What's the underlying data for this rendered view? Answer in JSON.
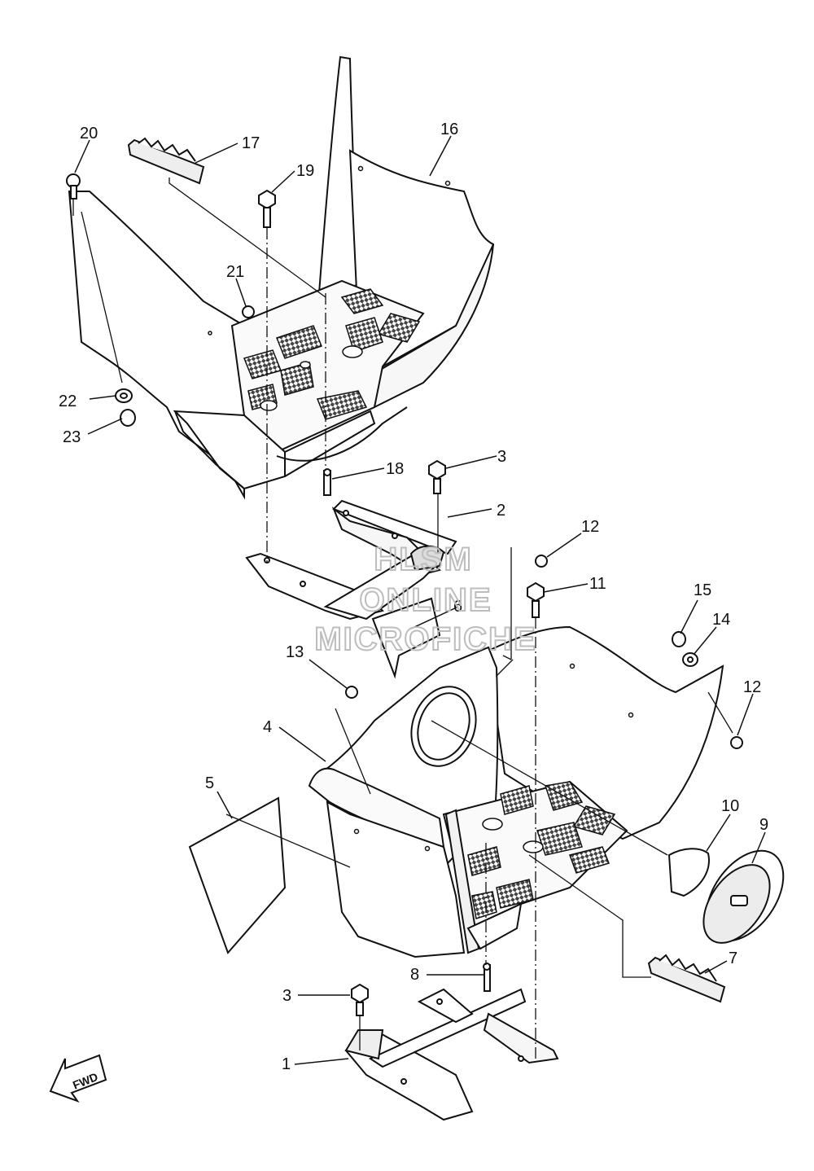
{
  "diagram": {
    "watermark": [
      "HLSM",
      "ONLINE",
      "MICROFICHE"
    ],
    "direction_label": "FWD",
    "callouts": [
      {
        "id": "c20",
        "text": "20"
      },
      {
        "id": "c17",
        "text": "17"
      },
      {
        "id": "c16",
        "text": "16"
      },
      {
        "id": "c19",
        "text": "19"
      },
      {
        "id": "c21",
        "text": "21"
      },
      {
        "id": "c22",
        "text": "22"
      },
      {
        "id": "c23",
        "text": "23"
      },
      {
        "id": "c18",
        "text": "18"
      },
      {
        "id": "c3a",
        "text": "3"
      },
      {
        "id": "c2",
        "text": "2"
      },
      {
        "id": "c12a",
        "text": "12"
      },
      {
        "id": "c11",
        "text": "11"
      },
      {
        "id": "c6",
        "text": "6"
      },
      {
        "id": "c15",
        "text": "15"
      },
      {
        "id": "c14",
        "text": "14"
      },
      {
        "id": "c13",
        "text": "13"
      },
      {
        "id": "c12b",
        "text": "12"
      },
      {
        "id": "c4",
        "text": "4"
      },
      {
        "id": "c5",
        "text": "5"
      },
      {
        "id": "c10",
        "text": "10"
      },
      {
        "id": "c9",
        "text": "9"
      },
      {
        "id": "c7",
        "text": "7"
      },
      {
        "id": "c8",
        "text": "8"
      },
      {
        "id": "c3b",
        "text": "3"
      },
      {
        "id": "c1",
        "text": "1"
      }
    ]
  }
}
